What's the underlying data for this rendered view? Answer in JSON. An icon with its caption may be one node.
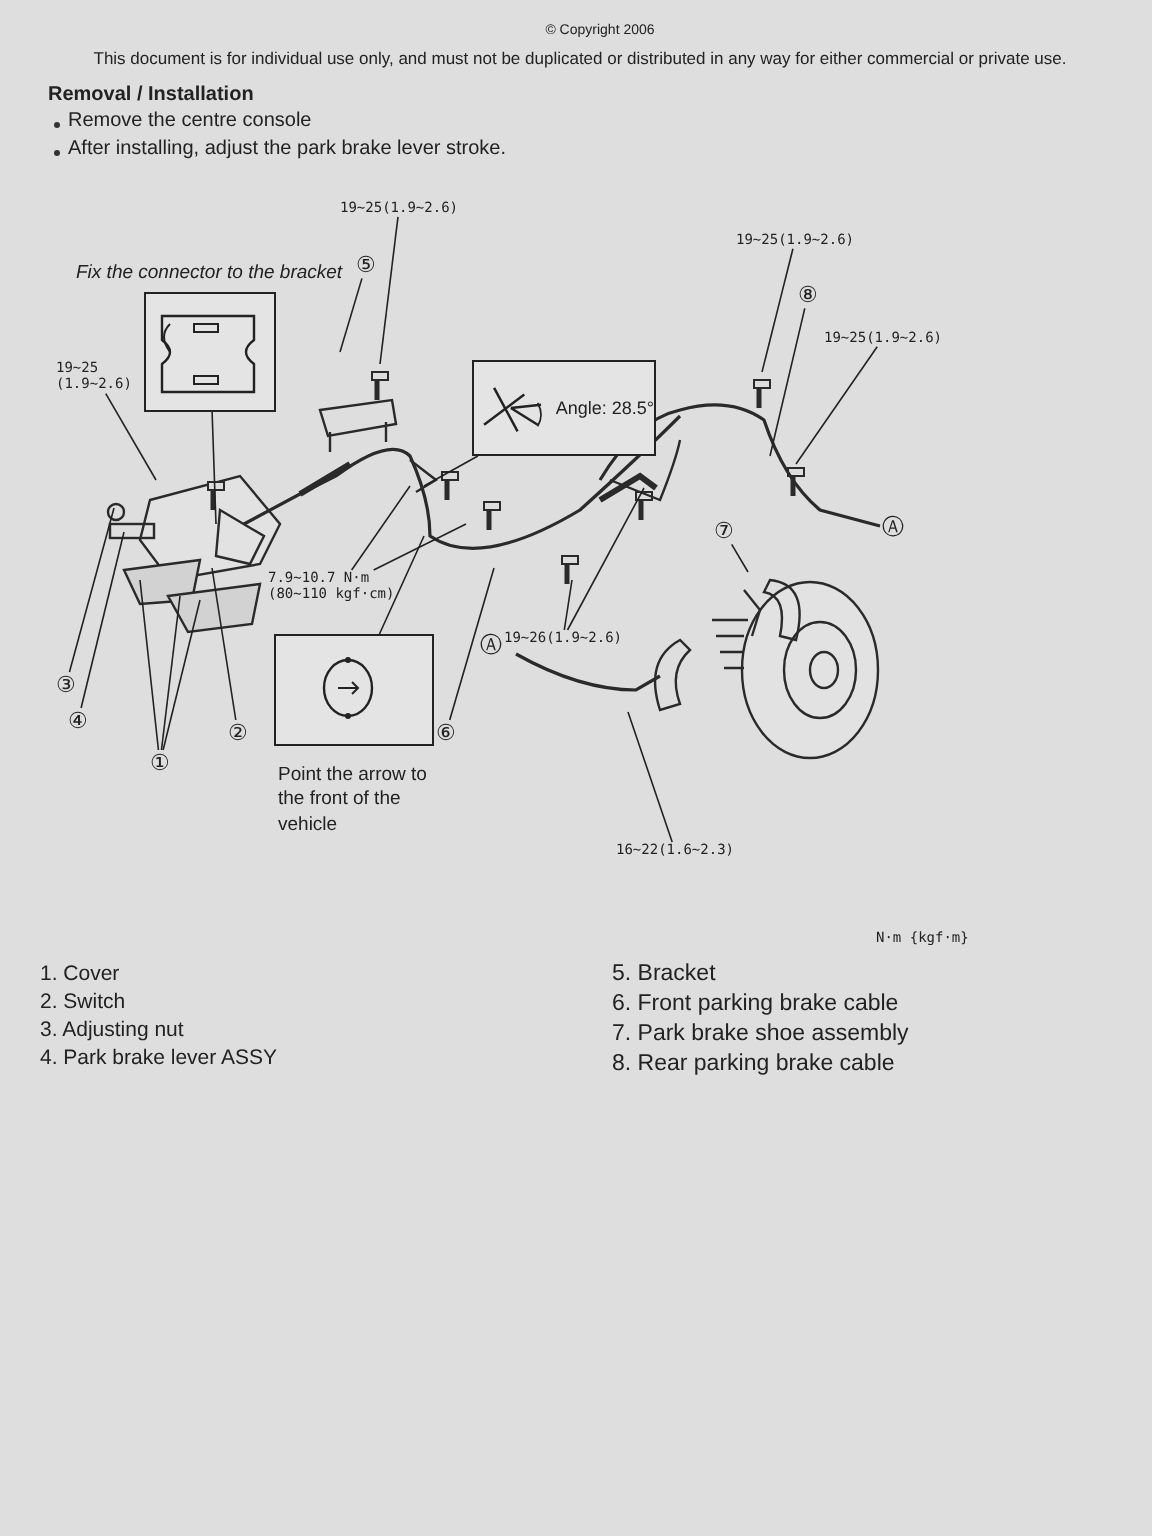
{
  "diagram": {
    "nodes": [
      {
        "text": [],
        "shape": "picture",
        "beside": [
          "Fix the connector to the bracket"
        ]
      },
      {
        "text": [
          "⑤"
        ]
      },
      {
        "text": [
          "19~25(1.9~2.6)"
        ]
      },
      {
        "text": [
          "19~25 (1.9~2.6)"
        ]
      },
      {
        "text": [
          "Angle: 28.5°"
        ]
      },
      {
        "text": [
          "19~25(1.9~2.6)"
        ]
      },
      {
        "text": [
          "⑧"
        ]
      },
      {
        "text": [
          "19~25(1.9~2.6)"
        ]
      },
      {
        "text": [
          "7.9~10.7 N·m (80~110 kgf·cm)"
        ]
      },
      {
        "text": [
          "⑦"
        ]
      },
      {
        "text": [
          "19~26(1.9~2.6)"
        ]
      },
      {
        "text": [],
        "shape": "picture",
        "beside": [
          "Point the arrow to the front of the vehicle"
        ]
      },
      {
        "text": [
          "⑥"
        ]
      },
      {
        "text": [
          "16~22(1.6~2.3)"
        ]
      },
      {
        "text": [
          "③"
        ]
      },
      {
        "text": [
          "④"
        ]
      },
      {
        "text": [
          "①"
        ]
      },
      {
        "text": [
          "②"
        ]
      }
    ],
    "edges": [
      {
        "from": 1,
        "to": null,
        "arrow": "none"
      },
      {
        "from": 0,
        "to": null,
        "arrow": "none"
      },
      {
        "from": 2,
        "to": null,
        "arrow": "none"
      },
      {
        "from": 3,
        "to": null,
        "arrow": "none"
      },
      {
        "from": 4,
        "to": null,
        "arrow": "none"
      },
      {
        "from": 5,
        "to": null,
        "arrow": "none"
      },
      {
        "from": 6,
        "to": null,
        "arrow": "none"
      },
      {
        "from": 7,
        "to": null,
        "arrow": "none"
      },
      {
        "from": 8,
        "to": null,
        "arrow": "none"
      },
      {
        "from": 8,
        "to": null,
        "arrow": "none"
      },
      {
        "from": 9,
        "to": null,
        "arrow": "none"
      },
      {
        "from": 10,
        "to": null,
        "arrow": "none"
      },
      {
        "from": 10,
        "to": null,
        "arrow": "none"
      },
      {
        "from": 11,
        "to": null,
        "arrow": "none"
      },
      {
        "from": 12,
        "to": null,
        "arrow": "none"
      },
      {
        "from": 13,
        "to": null,
        "arrow": "none"
      },
      {
        "from": 14,
        "to": null,
        "arrow": "none"
      },
      {
        "from": 15,
        "to": null,
        "arrow": "none"
      },
      {
        "from": 16,
        "to": null,
        "arrow": "none"
      },
      {
        "from": 16,
        "to": null,
        "arrow": "none"
      },
      {
        "from": 16,
        "to": null,
        "arrow": "none"
      },
      {
        "from": 17,
        "to": null,
        "arrow": "none"
      }
    ],
    "labels": [
      "© Copyright 2006",
      "This document is for individual use only, and must not be duplicated or distributed in any way for either commercial or private use.",
      "Removal / Installation",
      "Remove the centre console",
      "After installing, adjust the park brake lever stroke.",
      "Ⓐ",
      "Ⓐ",
      "N·m {kgf·m}",
      "1. Cover",
      "2. Switch",
      "3. Adjusting nut",
      "4. Park brake lever ASSY",
      "5. Bracket",
      "6. Front parking brake cable",
      "7. Park brake  shoe assembly",
      "8. Rear parking brake cable"
    ]
  }
}
